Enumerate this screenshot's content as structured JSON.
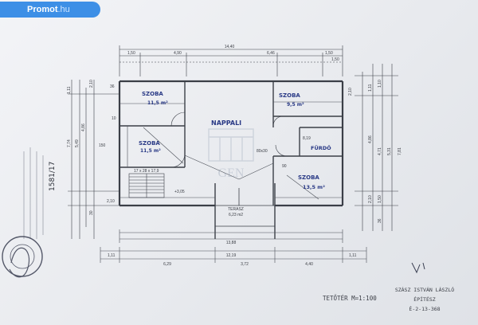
{
  "site": {
    "name": "Promot",
    "tld": ".hu"
  },
  "plan": {
    "overall_width": "14,40",
    "top_dims": [
      "1,50",
      "4,90",
      "6,46",
      "1,50",
      "1,50"
    ],
    "right_dims_a": [
      "2,10",
      "1,11",
      "4,86",
      "2,10",
      "1,10"
    ],
    "right_dims_b": [
      "4,71",
      "5,31",
      "7,81",
      "1,50",
      "36"
    ],
    "left_dims": [
      "1,11",
      "7,74",
      "5,49",
      "4,86",
      "2,10",
      "30"
    ],
    "bottom_dims_a": [
      "13,88"
    ],
    "bottom_dims_b": [
      "1,11",
      "12,19",
      "1,11"
    ],
    "bottom_dims_c": [
      "6,29",
      "3,72",
      "4,40"
    ],
    "misc_dims": [
      "36",
      "10",
      "150",
      "17 x 28 x 17,9",
      "+3,05",
      "80x30",
      "8,19",
      "90",
      "2,10"
    ],
    "rooms": [
      {
        "name": "SZOBA",
        "area": "11,5 m²"
      },
      {
        "name": "SZOBA",
        "area": "9,5 m²"
      },
      {
        "name": "NAPPALI",
        "area": ""
      },
      {
        "name": "SZOBA",
        "area": "11,5 m²"
      },
      {
        "name": "FÜRDŐ",
        "area": ""
      },
      {
        "name": "SZOBA",
        "area": "13,5 m²"
      }
    ],
    "terrace": {
      "label": "TERASZ",
      "area": "6,23 m2"
    },
    "watermark": "GEN",
    "ref_number": "1581/17"
  },
  "title_block": {
    "sheet": "TETŐTÉR M=1:100",
    "architect": "SZÁSZ ISTVÁN LÁSZLÓ",
    "role": "ÉPÍTÉSZ",
    "license": "É-2-13-368"
  },
  "colors": {
    "badge": "#3d8fe6",
    "ink": "#2a3a86",
    "lines": "#3b3f47"
  }
}
